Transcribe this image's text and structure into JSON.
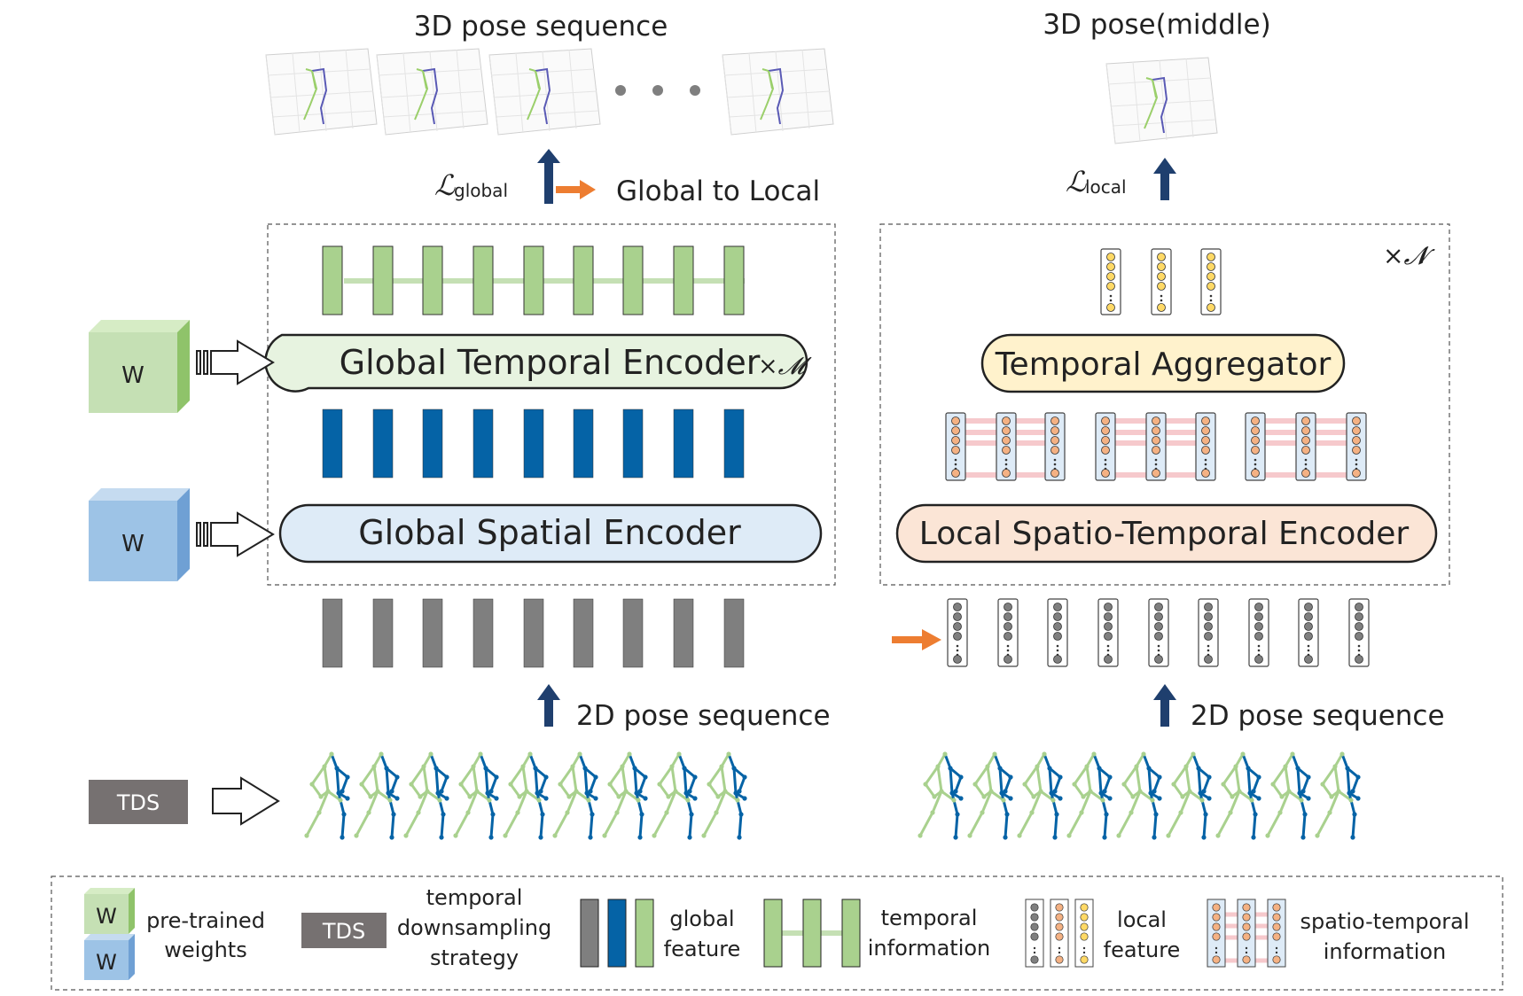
{
  "top": {
    "left_title": "3D pose sequence",
    "right_title": "3D pose(middle)",
    "loss_global_symbol": "ℒ",
    "loss_global_sub": "global",
    "loss_local_symbol": "ℒ",
    "loss_local_sub": "local",
    "global_to_local": "Global to Local"
  },
  "global_branch": {
    "temporal_encoder": "Global Temporal Encoder",
    "temporal_repeat": "×𝓜",
    "spatial_encoder": "Global Spatial Encoder",
    "weight_label_green": "W",
    "weight_label_blue": "W",
    "input_label": "2D pose sequence",
    "tds_label": "TDS"
  },
  "local_branch": {
    "aggregator": "Temporal Aggregator",
    "st_encoder": "Local Spatio-Temporal Encoder",
    "repeat": "×𝓝",
    "input_label": "2D pose sequence"
  },
  "legend": {
    "pretrained_w1": "W",
    "pretrained_w2": "W",
    "pretrained_line1": "pre-trained",
    "pretrained_line2": "weights",
    "tds": "TDS",
    "tds_line1": "temporal",
    "tds_line2": "downsampling",
    "tds_line3": "strategy",
    "global_line1": "global",
    "global_line2": "feature",
    "temporal_line1": "temporal",
    "temporal_line2": "information",
    "local_line1": "local",
    "local_line2": "feature",
    "st_line1": "spatio-temporal",
    "st_line2": "information"
  },
  "colors": {
    "green_bar": "#a9d18e",
    "blue_bar": "#0563a6",
    "gray_bar": "#7f7f7f",
    "orange_arrow": "#ed7d31",
    "navy_arrow": "#1f3f6e",
    "green_pill": "#e7f3e0",
    "blue_pill": "#deebf7",
    "yellow_pill": "#fff2cc",
    "peach_pill": "#fbe5d6",
    "yellow_dot": "#ffd966",
    "orange_dot": "#f4b183",
    "gray_dot": "#7f7f7f",
    "pink_link": "#f6c9cc",
    "light_blue_col": "#deebf7"
  }
}
